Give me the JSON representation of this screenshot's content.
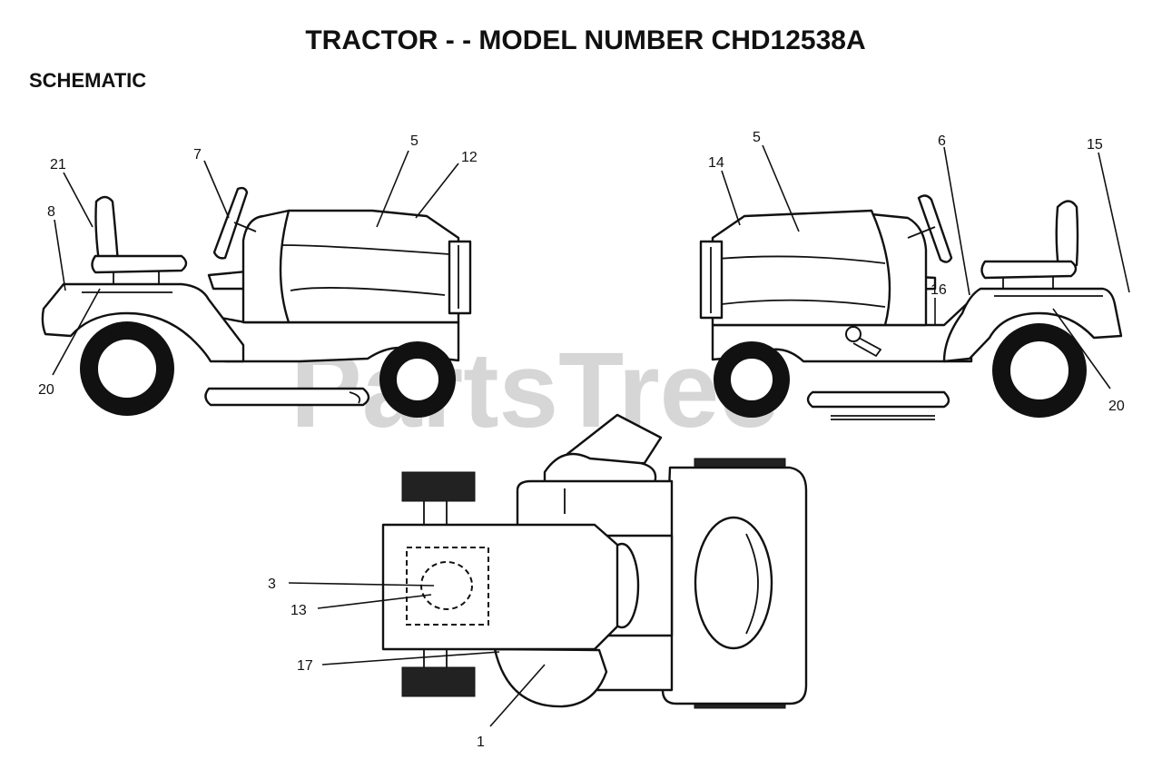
{
  "header": {
    "title": "TRACTOR - - MODEL NUMBER CHD12538A",
    "subtitle": "SCHEMATIC"
  },
  "watermark": "PartsTree",
  "callouts": {
    "left_view": [
      "21",
      "8",
      "7",
      "5",
      "12",
      "20"
    ],
    "right_view": [
      "14",
      "5",
      "6",
      "15",
      "16",
      "20"
    ],
    "top_view": [
      "3",
      "13",
      "17",
      "1"
    ]
  },
  "colors": {
    "ink": "#111111",
    "watermark": "#d6d6d6",
    "background": "#ffffff"
  }
}
